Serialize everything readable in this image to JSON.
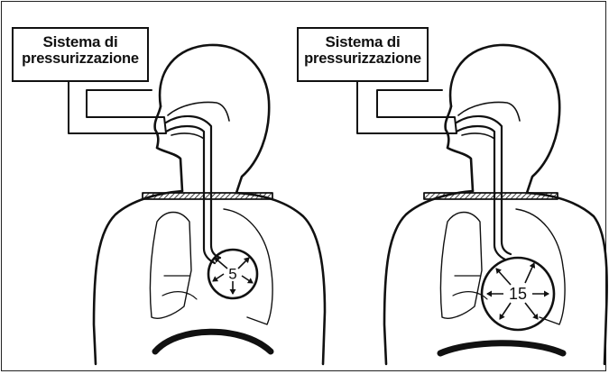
{
  "panels": [
    {
      "label_line1": "Sistema di",
      "label_line2": "pressurizzazione",
      "stomach_value": "5"
    },
    {
      "label_line1": "Sistema di",
      "label_line2": "pressurizzazione",
      "stomach_value": "15"
    }
  ]
}
